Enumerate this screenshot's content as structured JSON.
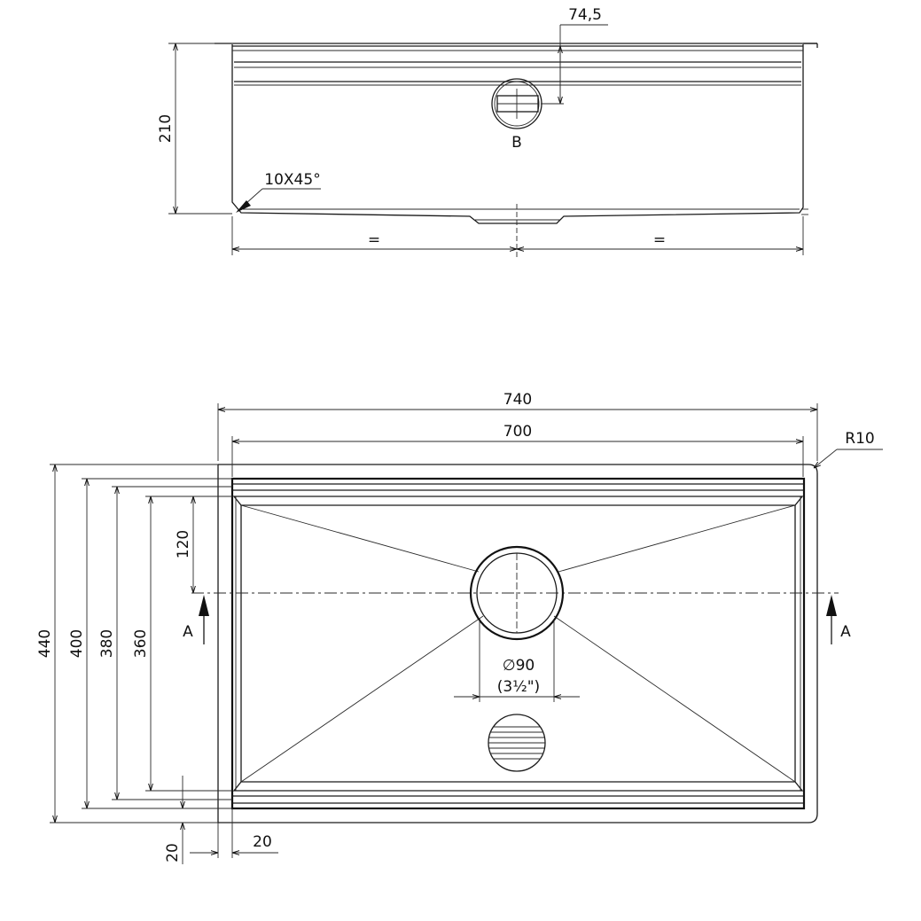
{
  "side_view": {
    "dim_depth": "210",
    "dim_outlet_offset": "74,5",
    "label_outlet": "B",
    "chamfer": "10X45°",
    "equal_left": "=",
    "equal_right": "="
  },
  "top_view": {
    "dim_outer_width": "740",
    "dim_inner_width": "700",
    "radius": "R10",
    "dim_440": "440",
    "dim_400": "400",
    "dim_380": "380",
    "dim_360": "360",
    "dim_120": "120",
    "section_left": "A",
    "section_right": "A",
    "drain_diameter": "∅90",
    "drain_inch": "(3½\")",
    "dim_20_vertical": "20",
    "dim_20_horizontal": "20"
  }
}
